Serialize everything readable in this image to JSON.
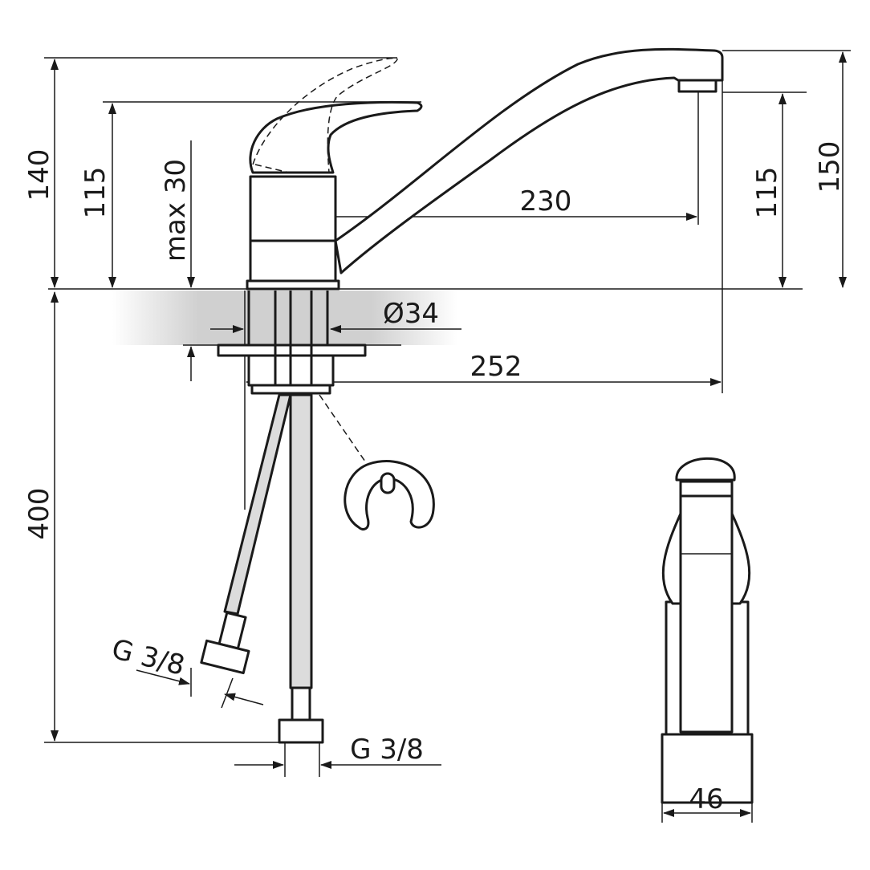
{
  "drawing": {
    "dimensions": {
      "lever_height_max": "140",
      "body_height": "115",
      "max_counter_thickness": "max 30",
      "spout_reach": "230",
      "spout_outlet_height": "115",
      "total_height": "150",
      "mounting_hole": "Ø34",
      "total_reach": "252",
      "hose_length": "400",
      "hose_thread_left": "G 3/8",
      "hose_thread_bottom": "G 3/8",
      "side_width": "46"
    },
    "colors": {
      "line": "#1a1a1a",
      "counter_shade": "#d0d0d0",
      "hose_fill": "#dcdcdc"
    }
  }
}
